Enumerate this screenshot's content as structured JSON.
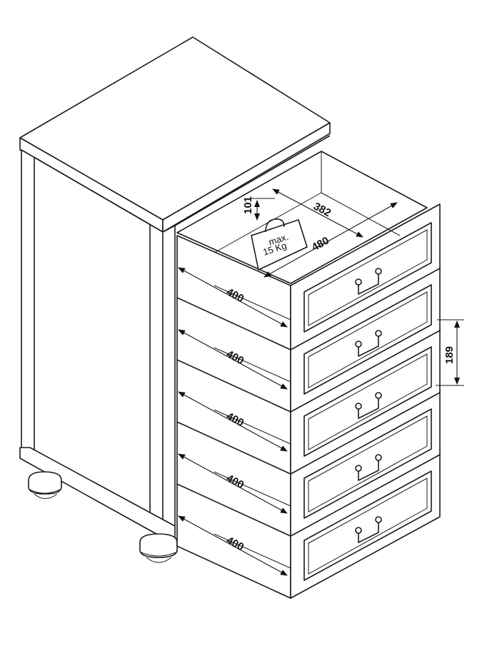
{
  "dimensions": {
    "drawer_width": "400",
    "inner_width": "382",
    "inner_depth": "480",
    "inner_height": "101",
    "drawer_front_height": "189"
  },
  "weight_tag": {
    "line1": "max.",
    "line2": "15 Kg"
  },
  "drawers": [
    {
      "width_label": "400"
    },
    {
      "width_label": "400"
    },
    {
      "width_label": "400"
    },
    {
      "width_label": "400"
    },
    {
      "width_label": "400"
    }
  ]
}
